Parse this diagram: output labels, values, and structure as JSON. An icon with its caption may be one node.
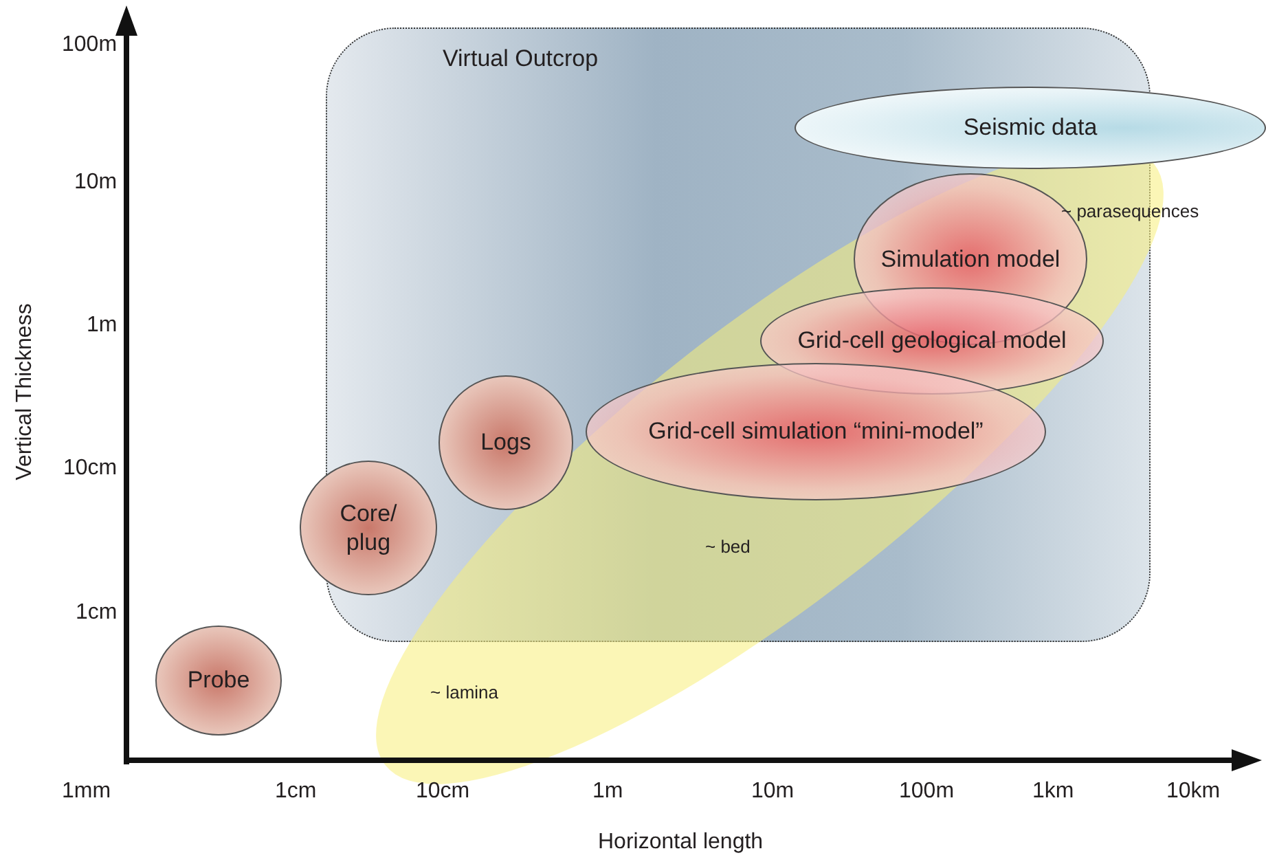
{
  "diagram": {
    "nodes": [
      {
        "text": [
          "Virtual Outcrop"
        ]
      },
      {
        "text": [
          "Seismic data"
        ]
      },
      {
        "text": [
          "Simulation model"
        ],
        "in": 0
      },
      {
        "text": [
          "Grid-cell geological model"
        ],
        "in": 0
      },
      {
        "text": [
          "Grid-cell simulation “mini-model”"
        ],
        "in": 0
      },
      {
        "text": [
          "Logs"
        ],
        "in": 0
      },
      {
        "text": [
          "Core/ plug"
        ]
      },
      {
        "text": [
          "Probe"
        ]
      }
    ],
    "labels": [
      "100m",
      "10m",
      "~ parasequences",
      "1m",
      "10cm",
      "~ bed",
      "1cm",
      "~ lamina",
      "1mm",
      "1cm",
      "10cm",
      "1m",
      "10m",
      "100m",
      "1km",
      "10km",
      "Horizontal length",
      "Vertical Thickness"
    ]
  }
}
